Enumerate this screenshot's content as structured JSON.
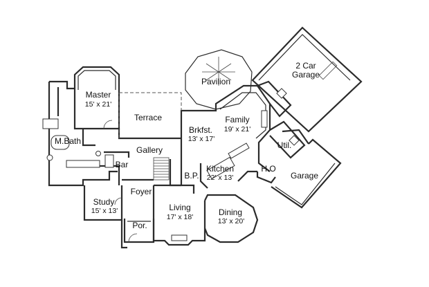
{
  "rooms": {
    "master": {
      "name": "Master",
      "size": "15' x 21'"
    },
    "terrace": {
      "name": "Terrace",
      "size": ""
    },
    "pavilion": {
      "name": "Pavilion",
      "size": ""
    },
    "garage2": {
      "name": "2 Car",
      "name2": "Garage",
      "size": ""
    },
    "family": {
      "name": "Family",
      "size": "19' x 21'"
    },
    "brkfst": {
      "name": "Brkfst.",
      "size": "13' x 17'"
    },
    "mbath": {
      "name": "M.Bath",
      "size": ""
    },
    "gallery": {
      "name": "Gallery",
      "size": ""
    },
    "bar": {
      "name": "Bar",
      "size": ""
    },
    "kitchen": {
      "name": "Kitchen",
      "size": "22' x 13'"
    },
    "bp": {
      "name": "B.P.",
      "size": ""
    },
    "util": {
      "name": "Util.",
      "size": ""
    },
    "ho": {
      "name": "H.O",
      "size": ""
    },
    "garage": {
      "name": "Garage",
      "size": ""
    },
    "foyer": {
      "name": "Foyer",
      "size": ""
    },
    "study": {
      "name": "Study",
      "size": "15' x 13'"
    },
    "living": {
      "name": "Living",
      "size": "17' x 18'"
    },
    "dining": {
      "name": "Dining",
      "size": "13' x 20'"
    },
    "porch": {
      "name": "Por.",
      "size": ""
    }
  }
}
